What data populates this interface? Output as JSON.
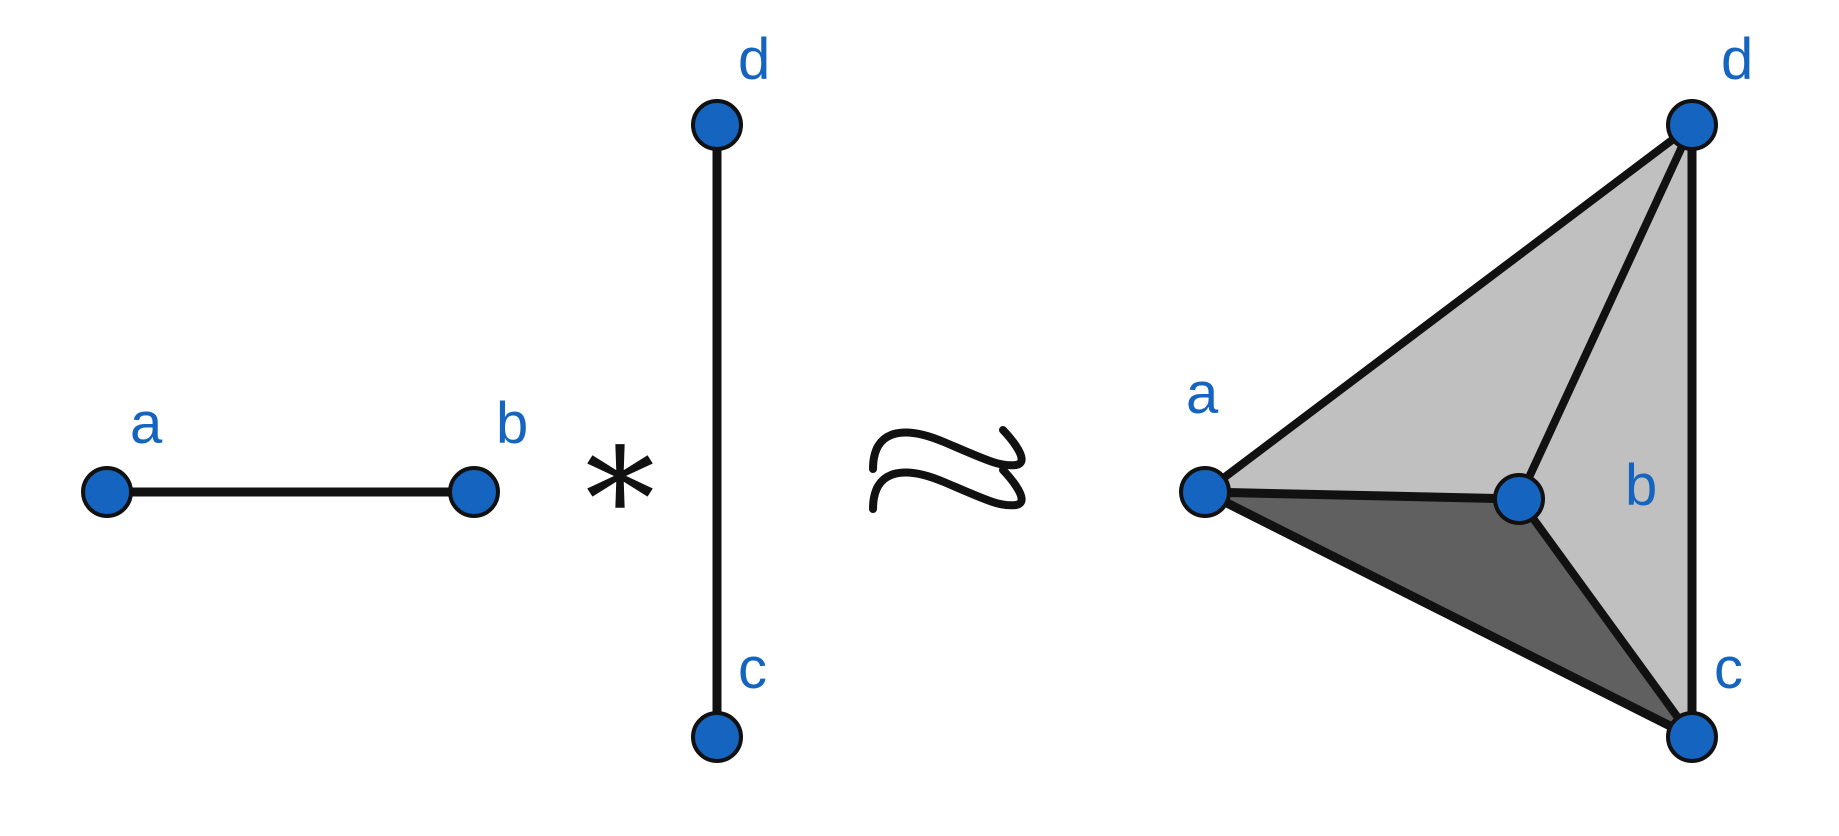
{
  "colors": {
    "vertex_fill": "#1565c0",
    "vertex_stroke": "#111111",
    "edge": "#111111",
    "label": "#1565c0",
    "face_light": "#c0c0c0",
    "face_dark": "#606060",
    "operator": "#111111",
    "background": "#ffffff"
  },
  "left_edge": {
    "vertices": [
      "a",
      "b"
    ]
  },
  "join_operator": "*",
  "middle_edge": {
    "vertices": [
      "d",
      "c"
    ]
  },
  "equivalence_operator": "≈",
  "tetrahedron": {
    "vertices": [
      "a",
      "b",
      "c",
      "d"
    ]
  }
}
